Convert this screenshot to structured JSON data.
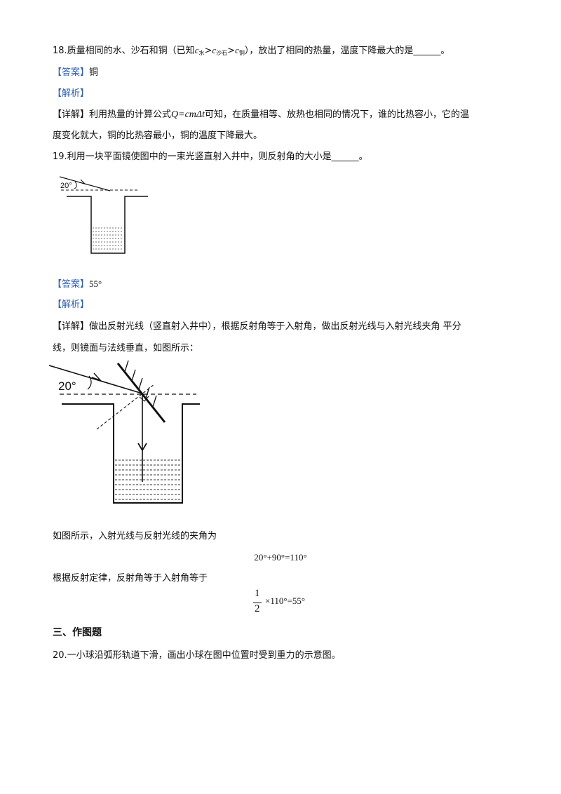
{
  "q18": {
    "stem_part1": "18.质量相同的水、沙石和铜（已知",
    "c": "c",
    "sub_water": "水",
    "gt": ">",
    "sub_sand": "沙石",
    "sub_copper": "铜",
    "stem_part2": "），放出了相同的热量，温度下降最大的是______。",
    "answer_tag": "【答案】",
    "answer": "铜",
    "analysis_tag": "【解析】",
    "detail_tag": "【详解】",
    "detail_line1_a": "利用热量的计算公式",
    "formula": "Q=cmΔt",
    "detail_line1_b": "可知，在质量相等、放热也相同的情况下，谁的比热容小，它的温",
    "detail_line2": "度变化就大，铜的比热容最小，铜的温度下降最大。"
  },
  "q19": {
    "stem": "19.利用一块平面镜使图中的一束光竖直射入井中，则反射角的大小是______。",
    "figure1_angle_label": "20°",
    "answer_tag": "【答案】",
    "answer": "55°",
    "analysis_tag": "【解析】",
    "detail_tag": "【详解】",
    "detail_line1": "做出反射光线（竖直射入井中），根据反射角等于入射角，做出反射光线与入射光线夹角    平分",
    "detail_line2": "线，则镜面与法线垂直，如图所示：",
    "figure2_angle_label": "20°",
    "explain_line1": "如图所示，入射光线与反射光线的夹角为",
    "equation1": "20°+90°=110°",
    "explain_line2": "根据反射定律，反射角等于入射角等于",
    "frac_num": "1",
    "frac_den": "2",
    "equation2_rest": "×110°=55°"
  },
  "section3": {
    "heading": "三、作图题"
  },
  "q20": {
    "stem": "20.一小球沿弧形轨道下滑，画出小球在图中位置时受到重力的示意图。"
  }
}
